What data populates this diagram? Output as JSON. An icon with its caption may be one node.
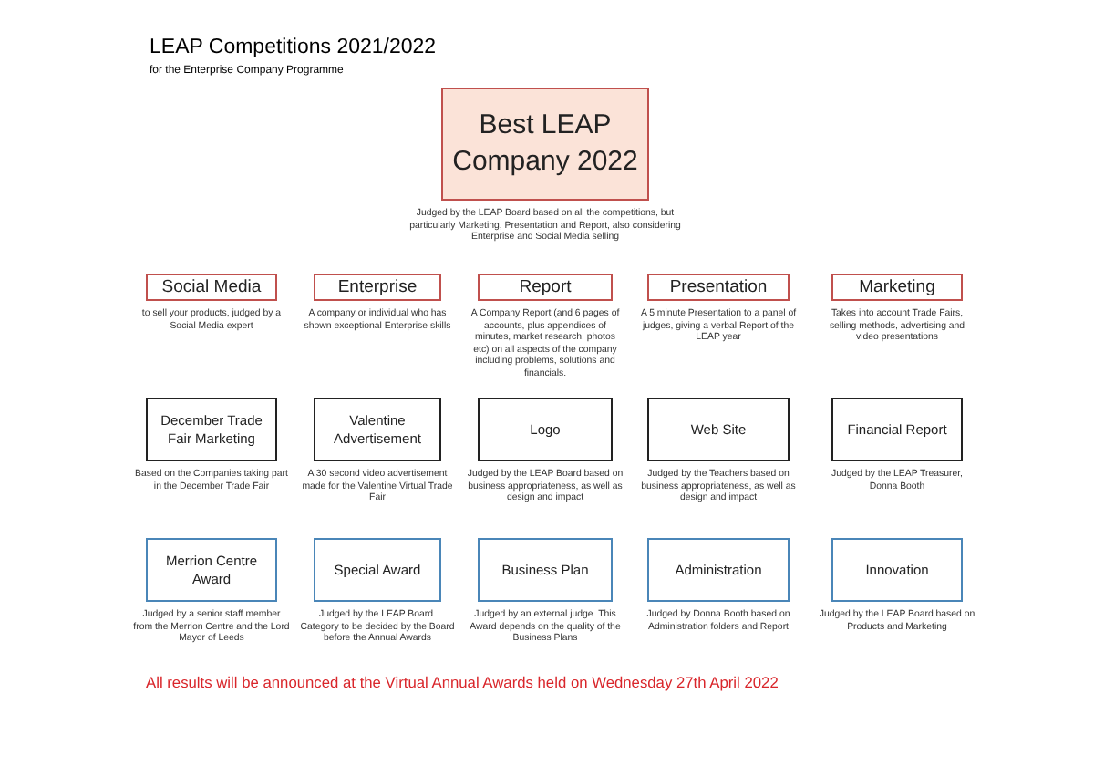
{
  "diagram": {
    "title": "LEAP Competitions 2021/2022",
    "caption": "All results will be announced at the Virtual Annual Awards held on Wednesday 27th April 2022",
    "labels": [
      "for the Enterprise Company Programme"
    ],
    "nodes": [
      {
        "text": [
          "Best LEAP Company 2022"
        ],
        "beside": [
          "Judged by the LEAP Board based on all the competitions, but particularly Marketing, Presentation and Report, also considering Enterprise and Social Media selling"
        ]
      },
      {
        "text": [
          "Social Media"
        ],
        "beside": [
          "to sell your products, judged by a Social Media expert"
        ]
      },
      {
        "text": [
          "Enterprise"
        ],
        "beside": [
          "A company or individual who has shown exceptional Enterprise skills"
        ]
      },
      {
        "text": [
          "Report"
        ],
        "beside": [
          "A Company Report (and 6 pages of accounts, plus appendices of minutes, market research, photos etc) on all aspects of the company including problems, solutions and financials."
        ]
      },
      {
        "text": [
          "Presentation"
        ],
        "beside": [
          "A 5 minute Presentation to a panel of judges, giving a verbal Report of the LEAP year"
        ]
      },
      {
        "text": [
          "Marketing"
        ],
        "beside": [
          "Takes into account Trade Fairs, selling methods, advertising and video presentations"
        ]
      },
      {
        "text": [
          "December Trade Fair Marketing"
        ],
        "beside": [
          "Based on the Companies taking part in the December Trade Fair"
        ]
      },
      {
        "text": [
          "Valentine Advertisement"
        ],
        "beside": [
          "A 30 second video advertisement made for the Valentine Virtual Trade Fair"
        ]
      },
      {
        "text": [
          "Logo"
        ],
        "beside": [
          "Judged by the LEAP Board based on business appropriateness, as well as design and impact"
        ]
      },
      {
        "text": [
          "Web Site"
        ],
        "beside": [
          "Judged by the Teachers based on business appropriateness, as well as design and impact"
        ]
      },
      {
        "text": [
          "Financial Report"
        ],
        "beside": [
          "Judged by the LEAP Treasurer, Donna Booth"
        ]
      },
      {
        "text": [
          "Merrion Centre Award"
        ],
        "beside": [
          "Judged by a senior staff member from the Merrion Centre and the Lord Mayor of Leeds"
        ]
      },
      {
        "text": [
          "Special Award"
        ],
        "beside": [
          "Judged by the LEAP Board. Category to be decided by the Board before the Annual Awards"
        ]
      },
      {
        "text": [
          "Business Plan"
        ],
        "beside": [
          "Judged by an external judge. This Award depends on the quality of the Business Plans"
        ]
      },
      {
        "text": [
          "Administration"
        ],
        "beside": [
          "Judged by Donna Booth based on Administration folders and Report"
        ]
      },
      {
        "text": [
          "Innovation"
        ],
        "beside": [
          "Judged by the LEAP Board based on Products and Marketing"
        ]
      }
    ]
  }
}
